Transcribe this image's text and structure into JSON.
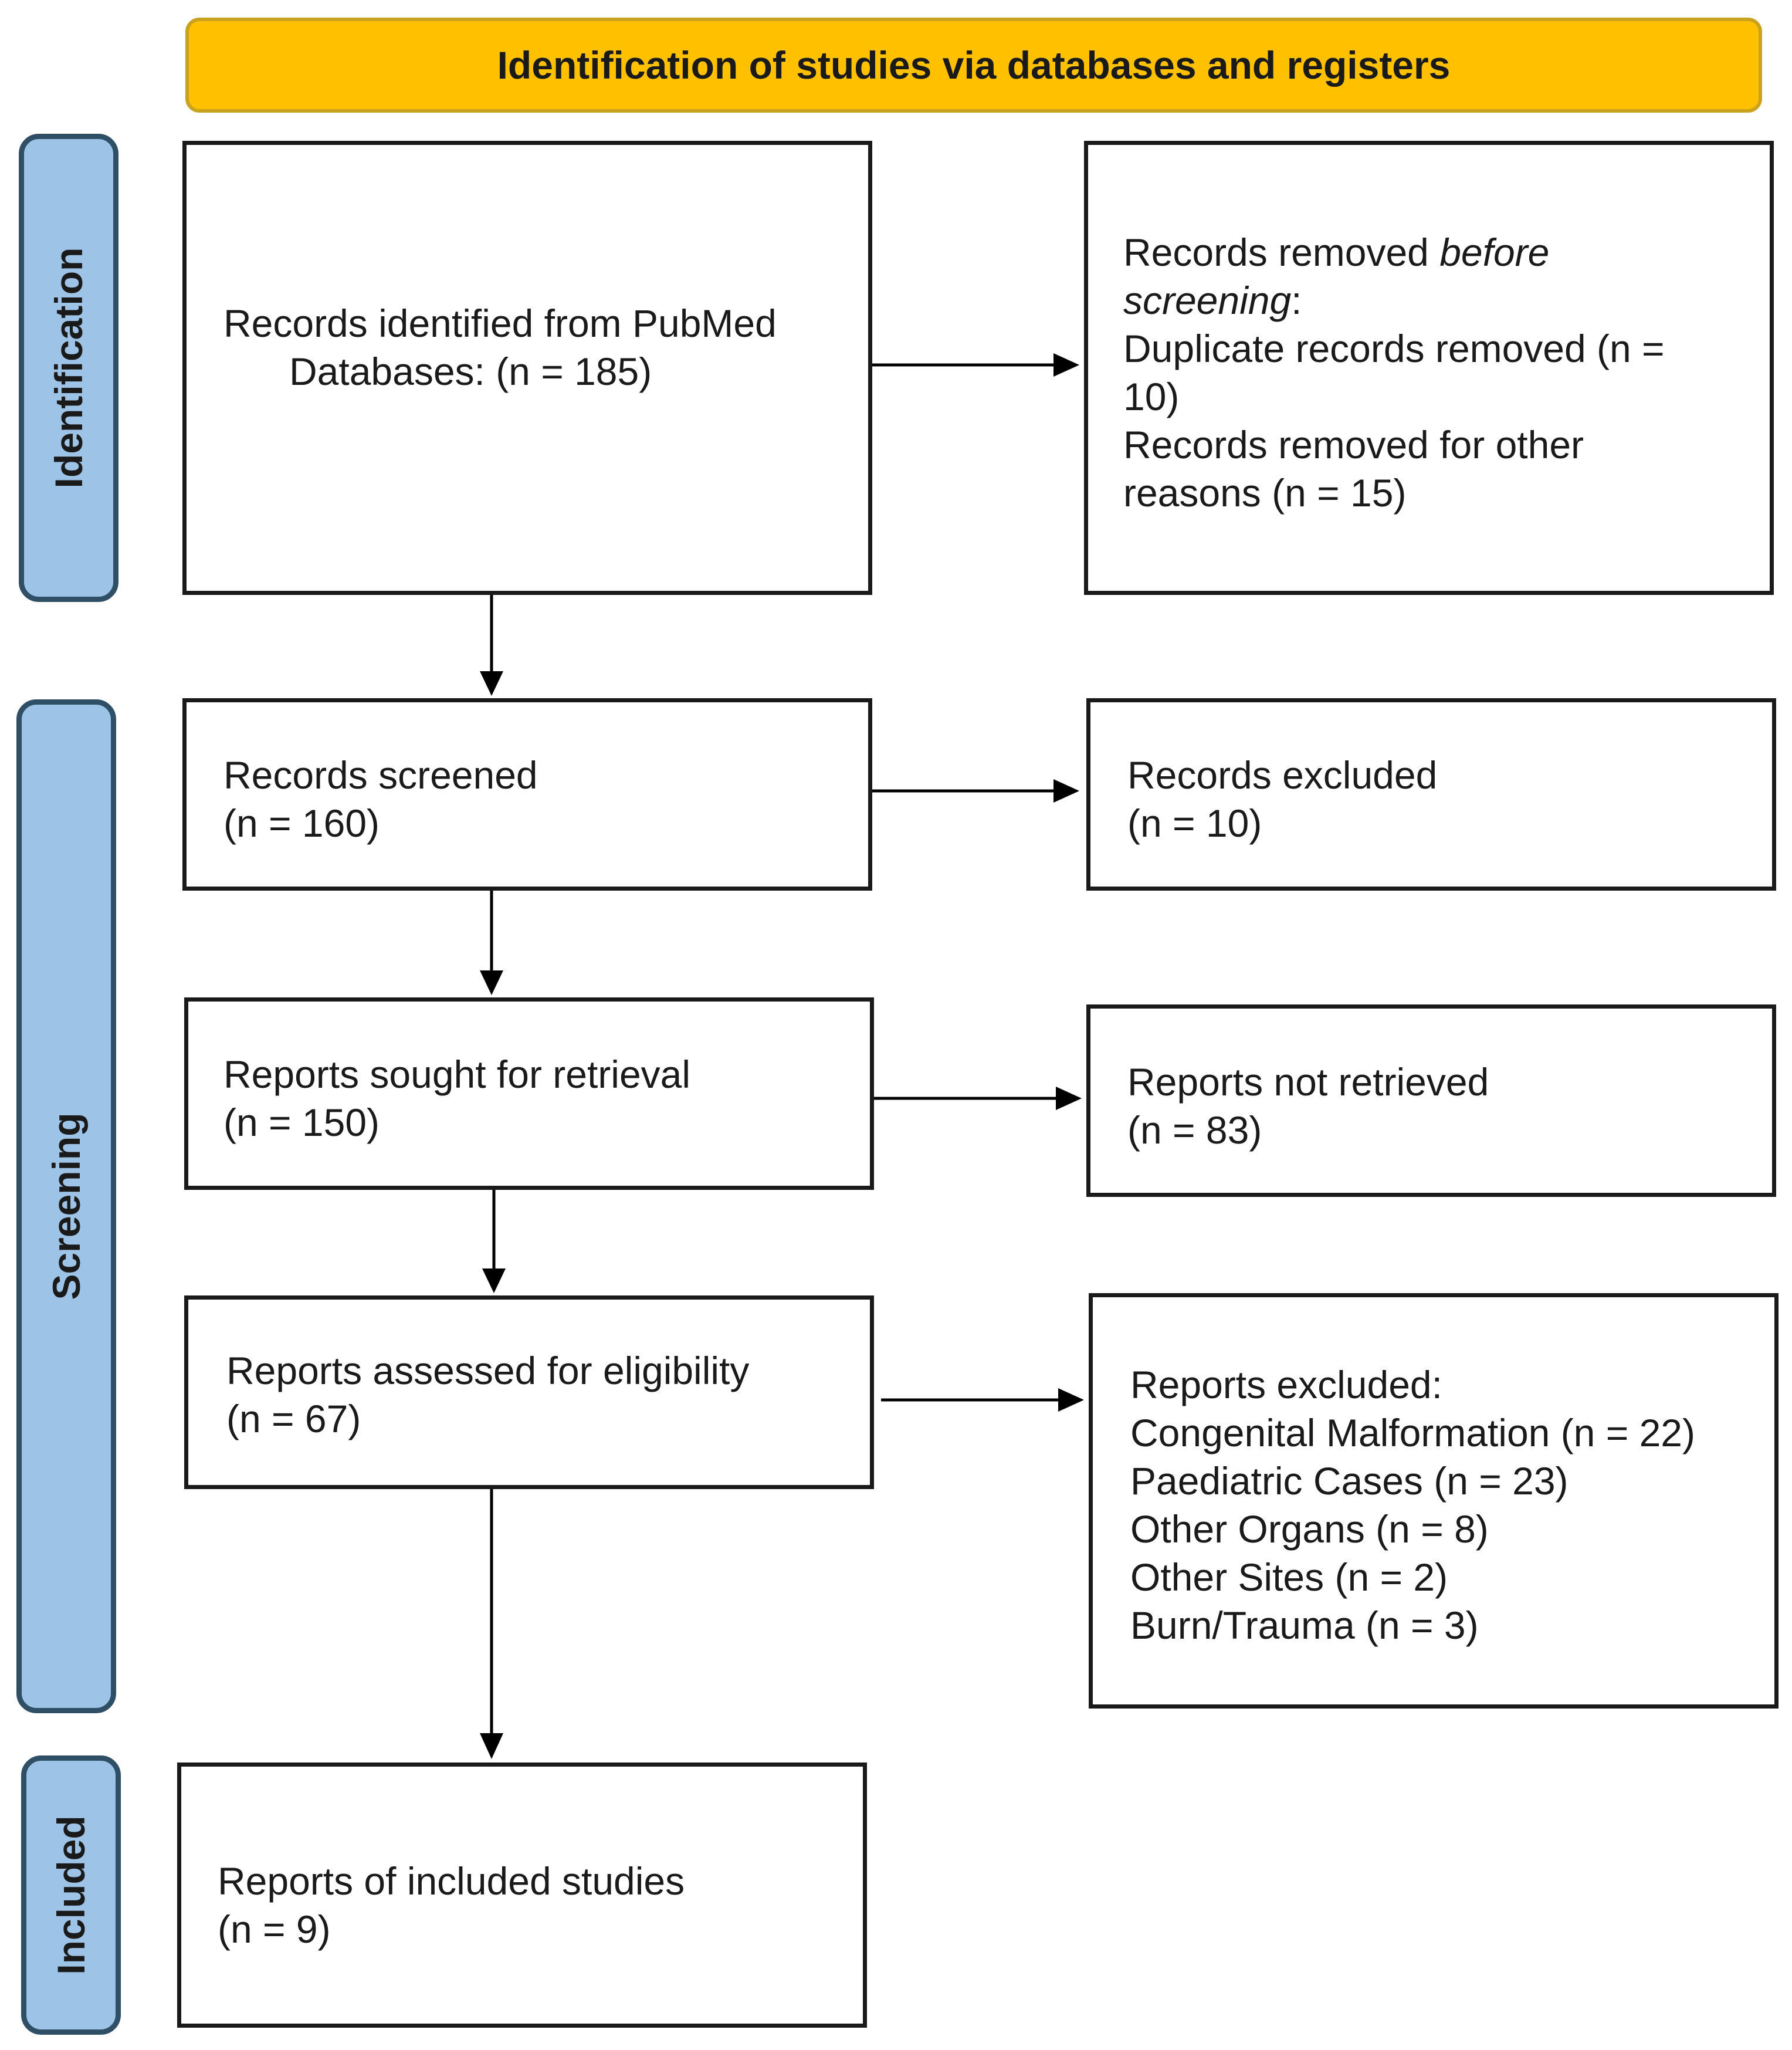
{
  "header": {
    "title": "Identification of studies via databases and registers"
  },
  "phases": {
    "identification": "Identification",
    "screening": "Screening",
    "included": "Included"
  },
  "boxes": {
    "records_identified": {
      "line1": "Records identified from PubMed",
      "line2": "Databases: (n = 185)"
    },
    "records_removed": {
      "line1_prefix": "Records removed ",
      "line1_italic": "before",
      "line2_italic": "screening",
      "line2_suffix": ":",
      "line3": "Duplicate records removed (n =",
      "line4": "10)",
      "line5": "Records removed for other",
      "line6": "reasons (n = 15)"
    },
    "records_screened": {
      "line1": "Records screened",
      "line2": "(n = 160)"
    },
    "records_excluded": {
      "line1": "Records excluded",
      "line2": "(n = 10)"
    },
    "reports_sought": {
      "line1": "Reports sought for retrieval",
      "line2": "(n = 150)"
    },
    "reports_not_retrieved": {
      "line1": "Reports not retrieved",
      "line2": "(n = 83)"
    },
    "reports_assessed": {
      "line1": "Reports assessed for eligibility",
      "line2": "(n = 67)"
    },
    "reports_excluded": {
      "line1": "Reports excluded:",
      "line2": "Congenital Malformation (n = 22)",
      "line3": "Paediatric Cases (n = 23)",
      "line4": "Other Organs (n = 8)",
      "line5": "Other Sites (n = 2)",
      "line6": "Burn/Trauma (n = 3)"
    },
    "included_studies": {
      "line1": "Reports of included studies",
      "line2": "(n = 9)"
    }
  },
  "colors": {
    "header_fill": "#FFC000",
    "phase_fill": "#9DC3E6",
    "phase_border": "#2F4F67"
  }
}
